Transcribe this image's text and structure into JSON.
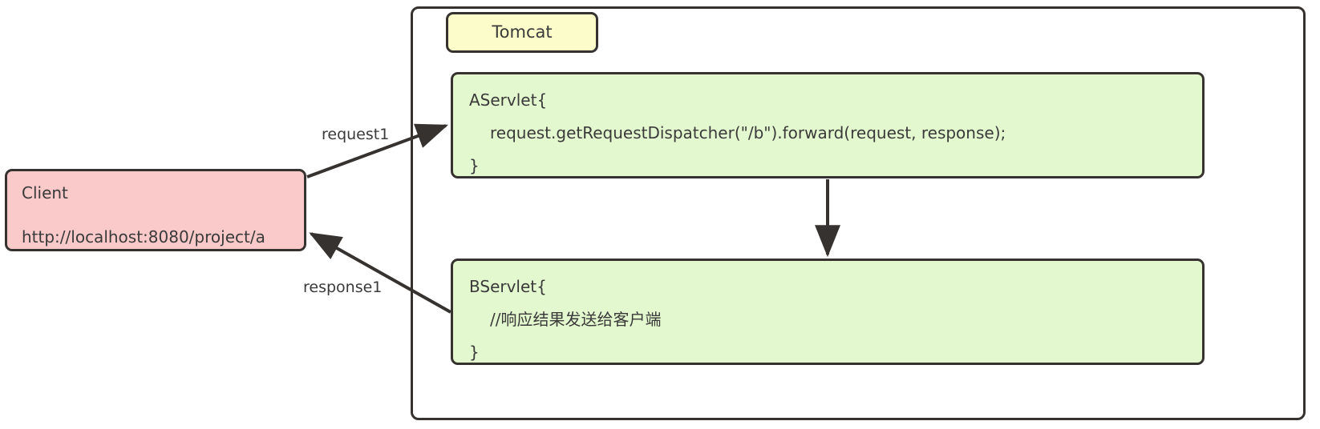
{
  "diagram": {
    "title": "Servlet request forward flow",
    "colors": {
      "client_fill": "#fac9c9",
      "tomcat_fill": "#fcfcca",
      "servlet_fill": "#e3f8ce",
      "stroke": "#36322f",
      "text": "#3a3a3a",
      "container_fill": "#ffffff"
    }
  },
  "client": {
    "name_label": "Client",
    "url_label": "http://localhost:8080/project/a"
  },
  "server": {
    "tomcat_label": "Tomcat"
  },
  "aservlet": {
    "line1": "AServlet{",
    "line2": "request.getRequestDispatcher(\"/b\").forward(request, response);",
    "line3": "}"
  },
  "bservlet": {
    "line1": "BServlet{",
    "line2": "//响应结果发送给客户端",
    "line3": "}"
  },
  "edges": {
    "request_label": "request1",
    "response_label": "response1",
    "forward_label": ""
  }
}
